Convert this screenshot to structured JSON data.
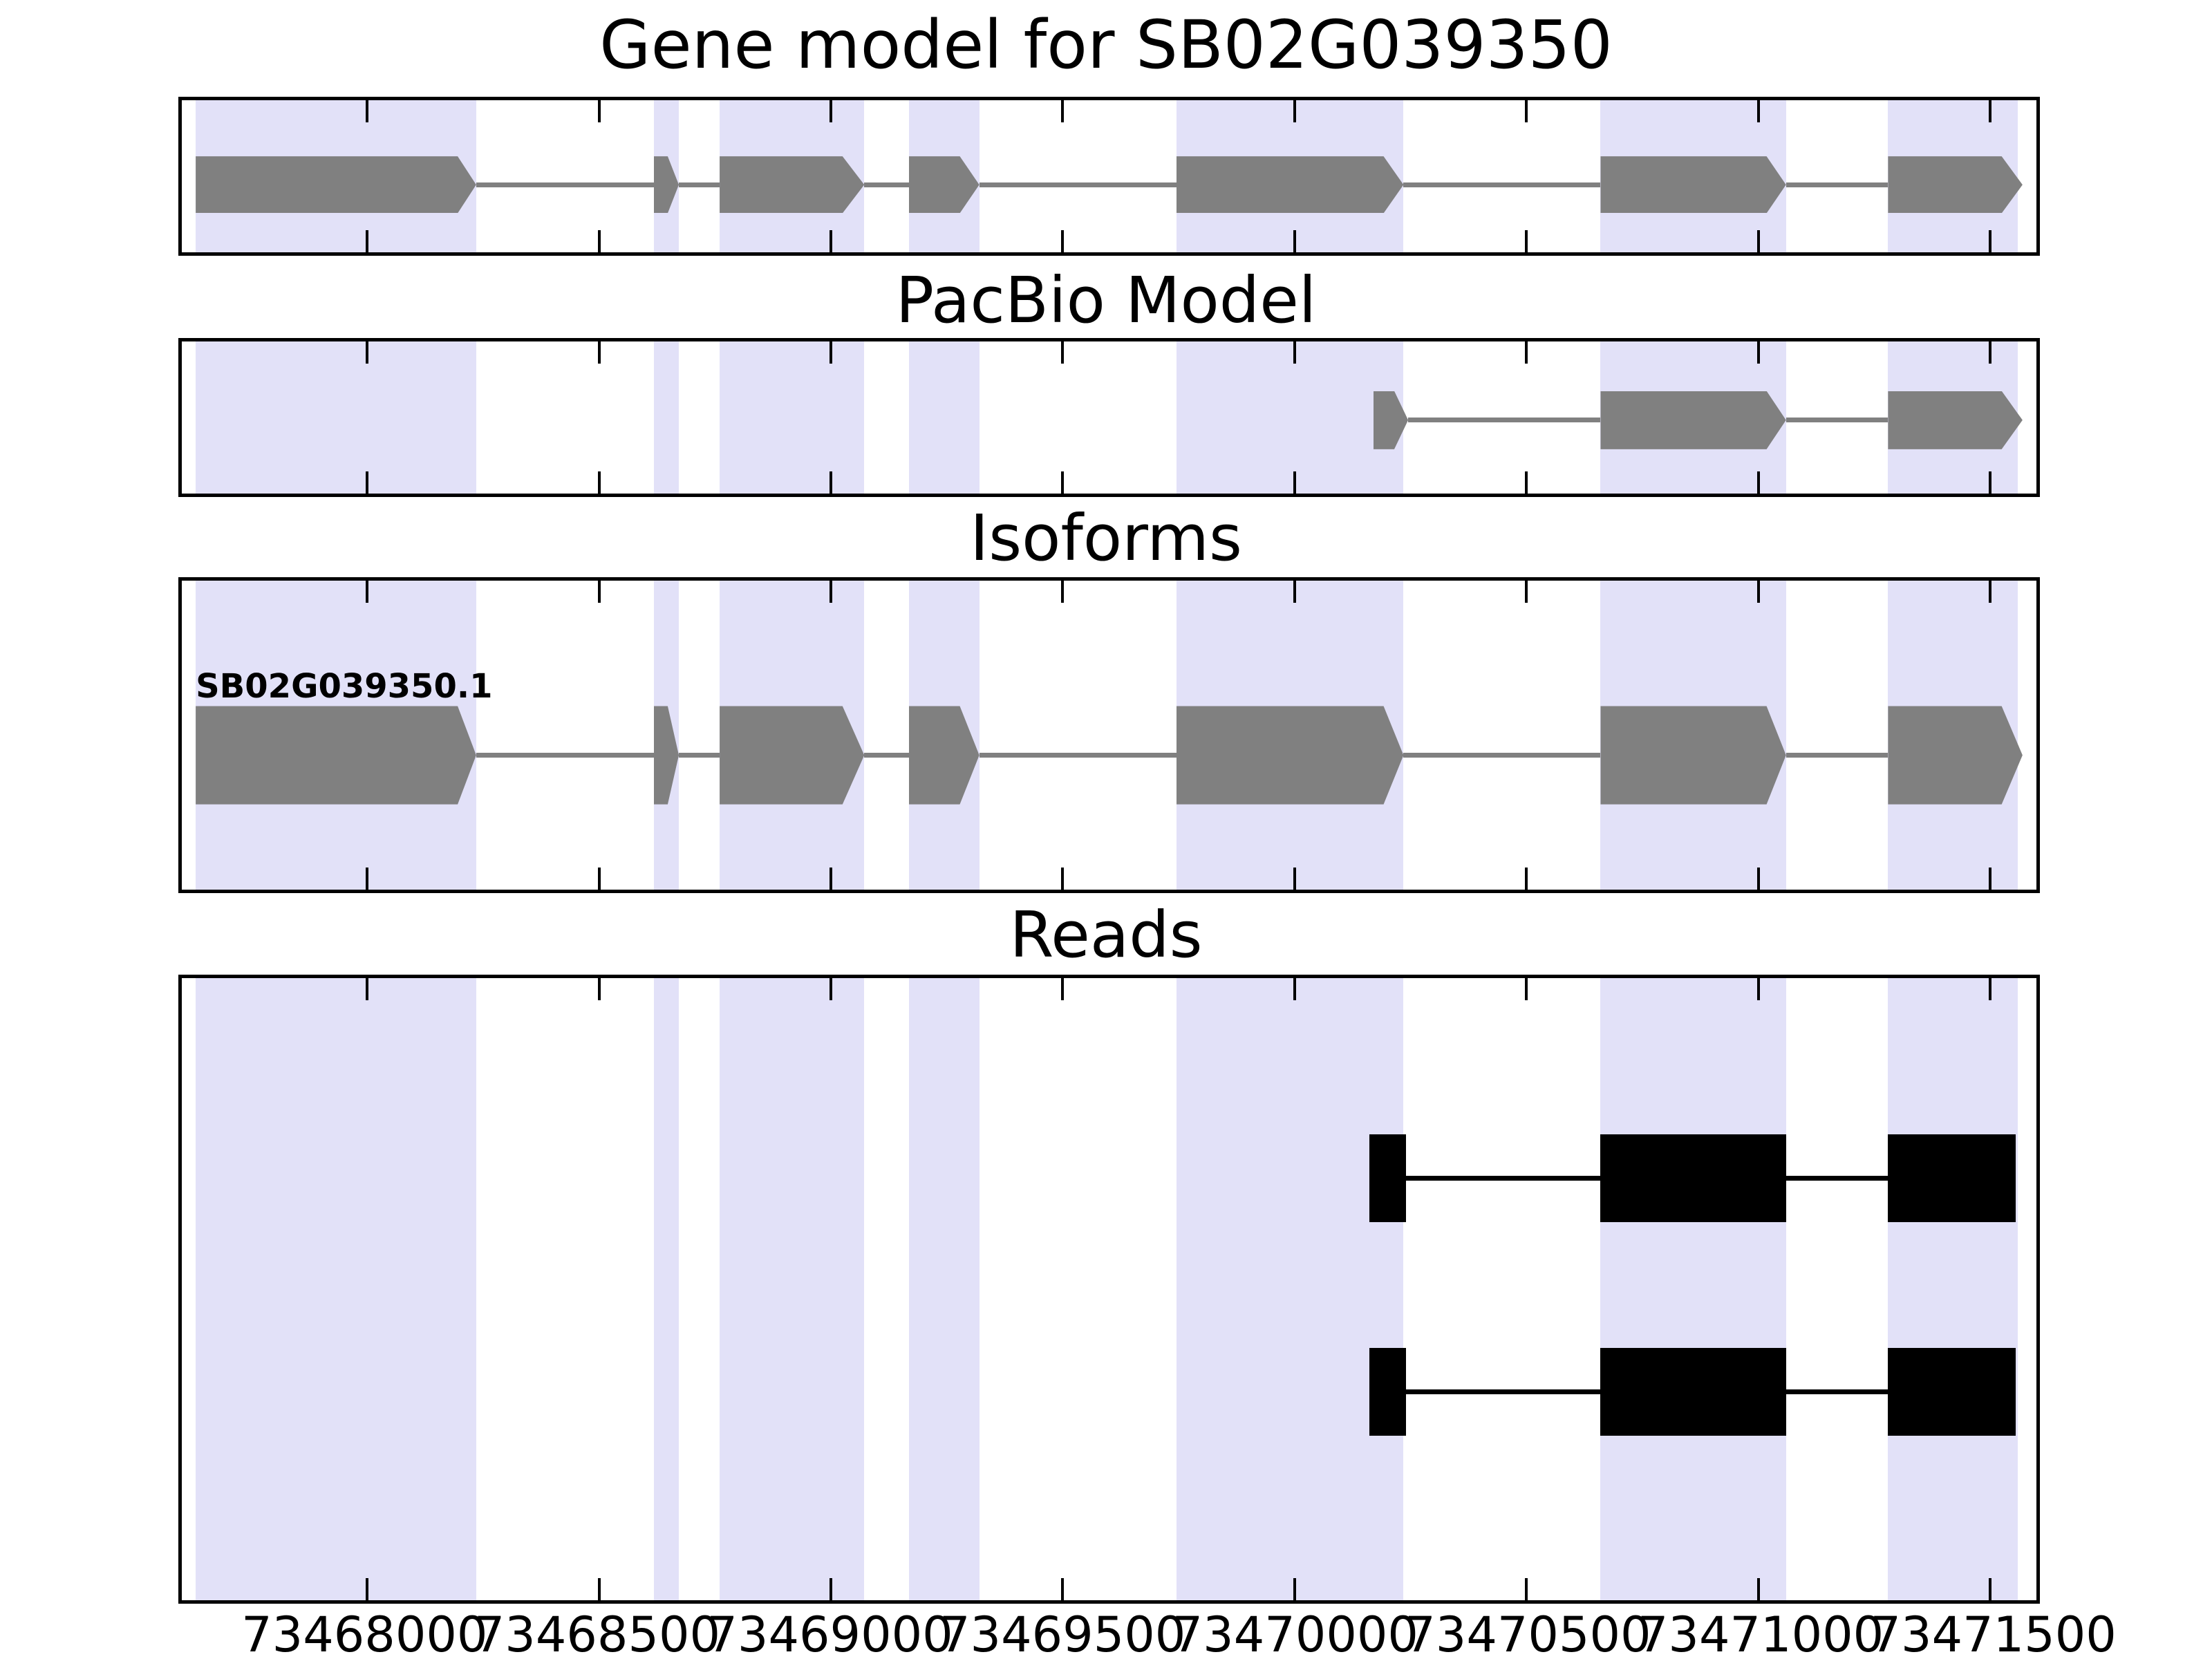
{
  "colors": {
    "highlight_band": "#e2e1f8",
    "exon_gray": "#808080",
    "read_black": "#000000",
    "border_black": "#000000",
    "background": "#ffffff"
  },
  "chart_data": {
    "type": "gene-model-tracks",
    "figure_title": "Gene model for SB02G039350",
    "xlim": [
      73467600,
      73471600
    ],
    "xticks": [
      73468000,
      73468500,
      73469000,
      73469500,
      73470000,
      73470500,
      73471000,
      73471500
    ],
    "xtick_labels": [
      "73468000",
      "73468500",
      "73469000",
      "73469500",
      "73470000",
      "73470500",
      "73471000",
      "73471500"
    ],
    "grid": false,
    "legend": "none",
    "highlight_regions": [
      [
        73467630,
        73468235
      ],
      [
        73468618,
        73468672
      ],
      [
        73468760,
        73469072
      ],
      [
        73469168,
        73469320
      ],
      [
        73469745,
        73470235
      ],
      [
        73470660,
        73471060
      ],
      [
        73471280,
        73471560
      ]
    ],
    "panels": [
      {
        "id": "gene_model",
        "title": "Gene model for SB02G039350",
        "feature_style": "arrow_exon",
        "color": "#808080",
        "exons": [
          {
            "start": 73467630,
            "rect_end": 73468195,
            "end": 73468235
          },
          {
            "start": 73468618,
            "rect_end": 73468648,
            "end": 73468672
          },
          {
            "start": 73468760,
            "rect_end": 73469025,
            "end": 73469072
          },
          {
            "start": 73469168,
            "rect_end": 73469278,
            "end": 73469320
          },
          {
            "start": 73469745,
            "rect_end": 73470192,
            "end": 73470235
          },
          {
            "start": 73470660,
            "rect_end": 73471018,
            "end": 73471060
          },
          {
            "start": 73471280,
            "rect_end": 73471525,
            "end": 73471570
          }
        ],
        "connectors": [
          [
            73468235,
            73468618
          ],
          [
            73468672,
            73468760
          ],
          [
            73469072,
            73469168
          ],
          [
            73469320,
            73469745
          ],
          [
            73470235,
            73470660
          ],
          [
            73471060,
            73471280
          ]
        ]
      },
      {
        "id": "pacbio_model",
        "title": "PacBio Model",
        "feature_style": "arrow_exon",
        "color": "#808080",
        "exons": [
          {
            "start": 73470170,
            "rect_end": 73470215,
            "end": 73470245
          },
          {
            "start": 73470660,
            "rect_end": 73471018,
            "end": 73471060
          },
          {
            "start": 73471280,
            "rect_end": 73471525,
            "end": 73471570
          }
        ],
        "connectors": [
          [
            73470245,
            73470660
          ],
          [
            73471060,
            73471280
          ]
        ]
      },
      {
        "id": "isoforms",
        "title": "Isoforms",
        "isoform_label": "SB02G039350.1",
        "feature_style": "arrow_exon",
        "color": "#808080",
        "exons": [
          {
            "start": 73467630,
            "rect_end": 73468195,
            "end": 73468235
          },
          {
            "start": 73468618,
            "rect_end": 73468648,
            "end": 73468672
          },
          {
            "start": 73468760,
            "rect_end": 73469025,
            "end": 73469072
          },
          {
            "start": 73469168,
            "rect_end": 73469278,
            "end": 73469320
          },
          {
            "start": 73469745,
            "rect_end": 73470192,
            "end": 73470235
          },
          {
            "start": 73470660,
            "rect_end": 73471018,
            "end": 73471060
          },
          {
            "start": 73471280,
            "rect_end": 73471525,
            "end": 73471570
          }
        ],
        "connectors": [
          [
            73468235,
            73468618
          ],
          [
            73468672,
            73468760
          ],
          [
            73469072,
            73469168
          ],
          [
            73469320,
            73469745
          ],
          [
            73470235,
            73470660
          ],
          [
            73471060,
            73471280
          ]
        ]
      },
      {
        "id": "reads",
        "title": "Reads",
        "feature_style": "rect_block",
        "color": "#000000",
        "reads": [
          {
            "blocks": [
              [
                73470162,
                73470240
              ],
              [
                73470660,
                73471060
              ],
              [
                73471280,
                73471555
              ]
            ],
            "connectors": [
              [
                73470240,
                73470660
              ],
              [
                73471060,
                73471280
              ]
            ]
          },
          {
            "blocks": [
              [
                73470162,
                73470240
              ],
              [
                73470660,
                73471060
              ],
              [
                73471280,
                73471555
              ]
            ],
            "connectors": [
              [
                73470240,
                73470660
              ],
              [
                73471060,
                73471280
              ]
            ]
          }
        ]
      }
    ]
  }
}
